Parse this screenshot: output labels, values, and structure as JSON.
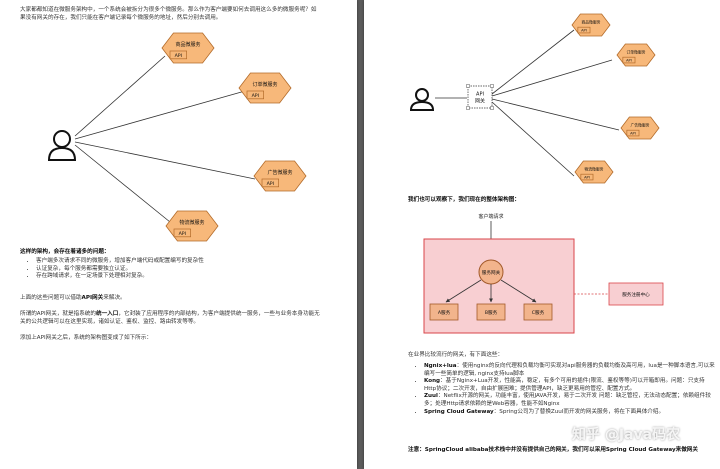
{
  "left_page": {
    "intro": "大家都都知道在微服务架构中，一个系统会被拆分为很多个微服务。那么作为客户端要如何去调用这么多的微服务呢？如果没有网关的存在，我们只能在客户端记录每个微服务的地址，然后分别去调用。",
    "services": [
      {
        "name": "商品微服务",
        "api": "API"
      },
      {
        "name": "订单微服务",
        "api": "API"
      },
      {
        "name": "广告微服务",
        "api": "API"
      },
      {
        "name": "物流微服务",
        "api": "API"
      }
    ],
    "problem_title": "这样的架构，会存在着诸多的问题：",
    "problems": [
      "客户端多次请求不同的微服务，增加客户端代码或配置编写的复杂性",
      "认证复杂，每个服务都需要独立认证。",
      "存在跨域请求，在一定场景下处理相对复杂。"
    ],
    "conclusion_pre": "上面的这些问题可以借助",
    "conclusion_bold": "API网关",
    "conclusion_post": "来解决。",
    "def_pre": "所谓的API网关，就是指系统的",
    "def_bold": "统一入口",
    "def_post": "，它封装了应用程序的内部结构，为客户端提供统一服务，一些与业务本身功能无关的公共逻辑可以在这里实现，诸如认证、鉴权、监控、路由转发等等。",
    "after": "添加上API网关之后，系统的架构图变成了如下所示："
  },
  "right_page": {
    "gateway_label": "API\n网关",
    "services": [
      {
        "name": "商品微服务",
        "api": "API"
      },
      {
        "name": "订单微服务",
        "api": "API"
      },
      {
        "name": "广告微服务",
        "api": "API"
      },
      {
        "name": "物流微服务",
        "api": "API"
      }
    ],
    "overall_title": "我们也可以观察下，我们现在的整体架构图：",
    "diagram2": {
      "request": "客户端请求",
      "gateway": "服务网关",
      "services": [
        "A服务",
        "B服务",
        "C服务"
      ],
      "registry": "服务注册中心"
    },
    "list_intro": "在业界比较流行的网关，有下面这些：",
    "gateways": [
      {
        "name": "Ngnix+lua",
        "desc": "：使用nginx的反向代理和负载均衡可实现对api服务器的负载均衡及高可用，lua是一种脚本语言,可以来编写一些简单的逻辑, nginx支持lua脚本"
      },
      {
        "name": "Kong",
        "desc": "：基于Nginx+Lua开发，性能高，稳定，有多个可用的插件(限流、鉴权等等)可以开箱即用。问题：只支持Http协议；二次开发，自由扩展困难；提供管理API，缺乏更易用的管控、配置方式。"
      },
      {
        "name": "Zuul",
        "desc": "：Netflix开源的网关，功能丰富，使用JAVA开发，易于二次开发 问题：缺乏管控，无法动态配置；依赖组件较多；处理Http请求依赖的是Web容器，性能不如Nginx"
      },
      {
        "name": "Spring Cloud Gateway",
        "desc": "：Spring公司为了替换Zuul而开发的网关服务，将在下面具体介绍。"
      }
    ],
    "note_label": "注意：",
    "note": "SpringCloud alibaba技术栈中并没有提供自己的网关，我们可以采用Spring Cloud Gateway来做网关"
  },
  "watermark": "知乎 @Java码农",
  "colors": {
    "service_fill": "#f7b87a",
    "service_stroke": "#b36b2a",
    "arch_bg": "#f8cfd2",
    "arch_stroke": "#d9464a",
    "node_fill": "#f2b48c"
  }
}
